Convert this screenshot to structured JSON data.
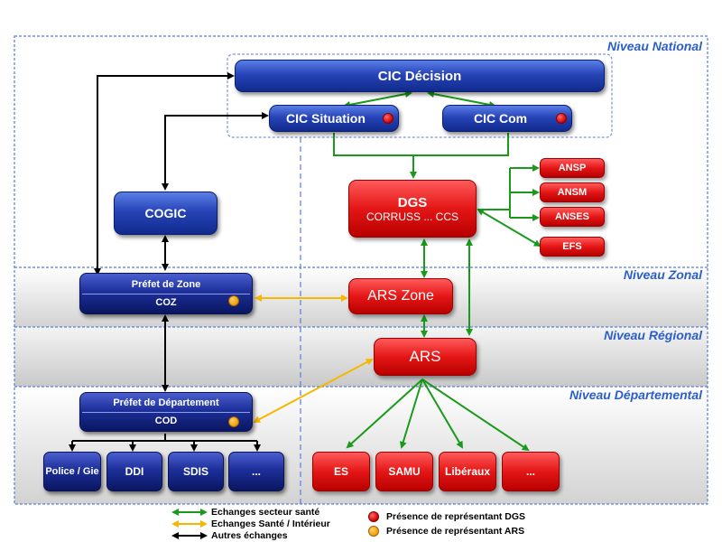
{
  "levels": {
    "national": "Niveau National",
    "zonal": "Niveau Zonal",
    "regional": "Niveau Régional",
    "departemental": "Niveau Départemental"
  },
  "nodes": {
    "cic_decision": "CIC Décision",
    "cic_situation": "CIC Situation",
    "cic_com": "CIC Com",
    "cogic": "COGIC",
    "dgs_title": "DGS",
    "dgs_sub": "CORRUSS ... CCS",
    "ansp": "ANSP",
    "ansm": "ANSM",
    "anses": "ANSES",
    "efs": "EFS",
    "prefet_zone": "Préfet de Zone",
    "coz": "COZ",
    "ars_zone": "ARS Zone",
    "ars": "ARS",
    "prefet_dept": "Préfet de Département",
    "cod": "COD",
    "police": "Police / Gie",
    "ddi": "DDI",
    "sdis": "SDIS",
    "more_left": "...",
    "es": "ES",
    "samu": "SAMU",
    "liberaux": "Libéraux",
    "more_right": "..."
  },
  "legend": {
    "green": "Echanges secteur santé",
    "orange": "Echanges Santé / Intérieur",
    "black": "Autres échanges",
    "red_dot": "Présence de représentant DGS",
    "orange_dot": "Présence de représentant ARS"
  },
  "colors": {
    "green": "#1a9a1a",
    "orange": "#f5b800",
    "black": "#000000",
    "level_label": "#2b5fc8"
  }
}
